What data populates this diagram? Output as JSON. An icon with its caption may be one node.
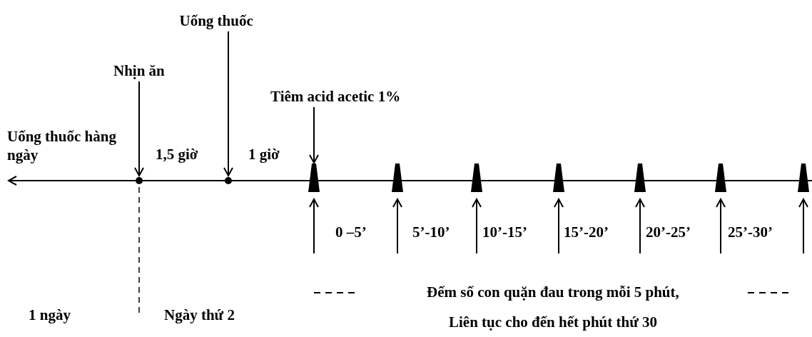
{
  "diagram": {
    "nodes": [
      {
        "text": [
          "Nhịn ăn"
        ]
      },
      {
        "text": [],
        "shape": "circle"
      },
      {
        "text": [
          "Uống thuốc"
        ]
      },
      {
        "text": [],
        "shape": "circle"
      },
      {
        "text": [
          "Tiêm acid acetic 1%"
        ]
      },
      {
        "text": [],
        "shape": "triangle"
      },
      {
        "text": [],
        "shape": "triangle"
      },
      {
        "text": [],
        "shape": "triangle"
      },
      {
        "text": [],
        "shape": "triangle"
      },
      {
        "text": [],
        "shape": "triangle"
      },
      {
        "text": [],
        "shape": "triangle"
      },
      {
        "text": [],
        "shape": "triangle"
      }
    ],
    "edges": [
      {
        "from": 0,
        "to": 1,
        "arrow": "to"
      },
      {
        "from": 2,
        "to": 3,
        "arrow": "to"
      },
      {
        "from": 4,
        "to": 5,
        "arrow": "to"
      },
      {
        "from": null,
        "to": 5,
        "arrow": "to"
      },
      {
        "from": null,
        "to": 6,
        "arrow": "to"
      },
      {
        "from": null,
        "to": 7,
        "arrow": "to"
      },
      {
        "from": null,
        "to": 8,
        "arrow": "to"
      },
      {
        "from": null,
        "to": 9,
        "arrow": "to"
      },
      {
        "from": null,
        "to": 10,
        "arrow": "to"
      },
      {
        "from": null,
        "to": 11,
        "arrow": "to"
      }
    ],
    "labels": [
      "Uống thuốc hàng ngày",
      "1,5 giờ",
      "1 giờ",
      "0 –5’",
      "5’-10’",
      "10’-15’",
      "15’-20’",
      "20’-25’",
      "25’-30’",
      "Đếm số con quặn đau trong mỗi 5 phút,",
      "1 ngày",
      "Ngày thứ 2",
      "Liên tục cho đến hết phút thứ 30"
    ]
  }
}
